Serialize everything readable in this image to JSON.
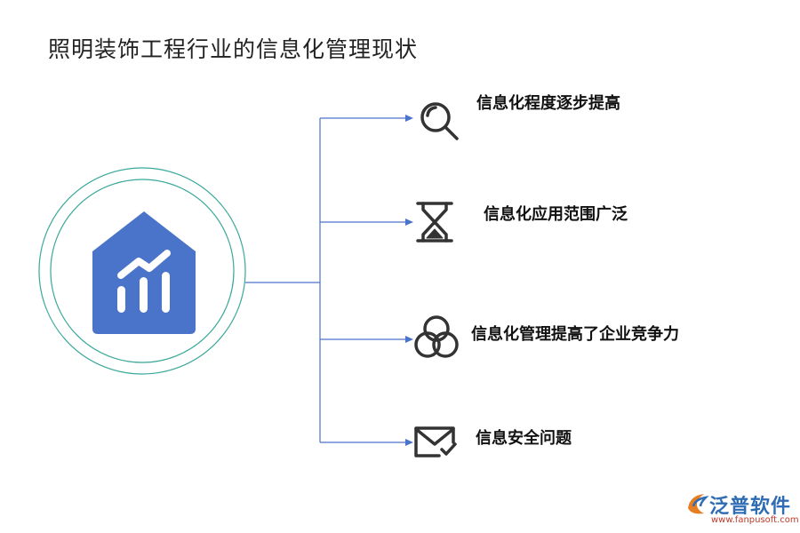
{
  "title": "照明装饰工程行业的信息化管理现状",
  "items": [
    {
      "label": "信息化程度逐步提高",
      "icon": "magnifier-icon"
    },
    {
      "label": "信息化应用范围广泛",
      "icon": "hourglass-icon"
    },
    {
      "label": "信息化管理提高了企业竞争力",
      "icon": "overlapping-circles-icon"
    },
    {
      "label": "信息安全问题",
      "icon": "mail-check-icon"
    }
  ],
  "center_icon": "house-chart-icon",
  "colors": {
    "accent": "#4a74c9",
    "circle_stroke": "#3aa89a",
    "connector": "#4a74c9",
    "icon": "#333333"
  },
  "logo": {
    "name": "泛普软件",
    "url": "www.fanpusoft.com"
  }
}
